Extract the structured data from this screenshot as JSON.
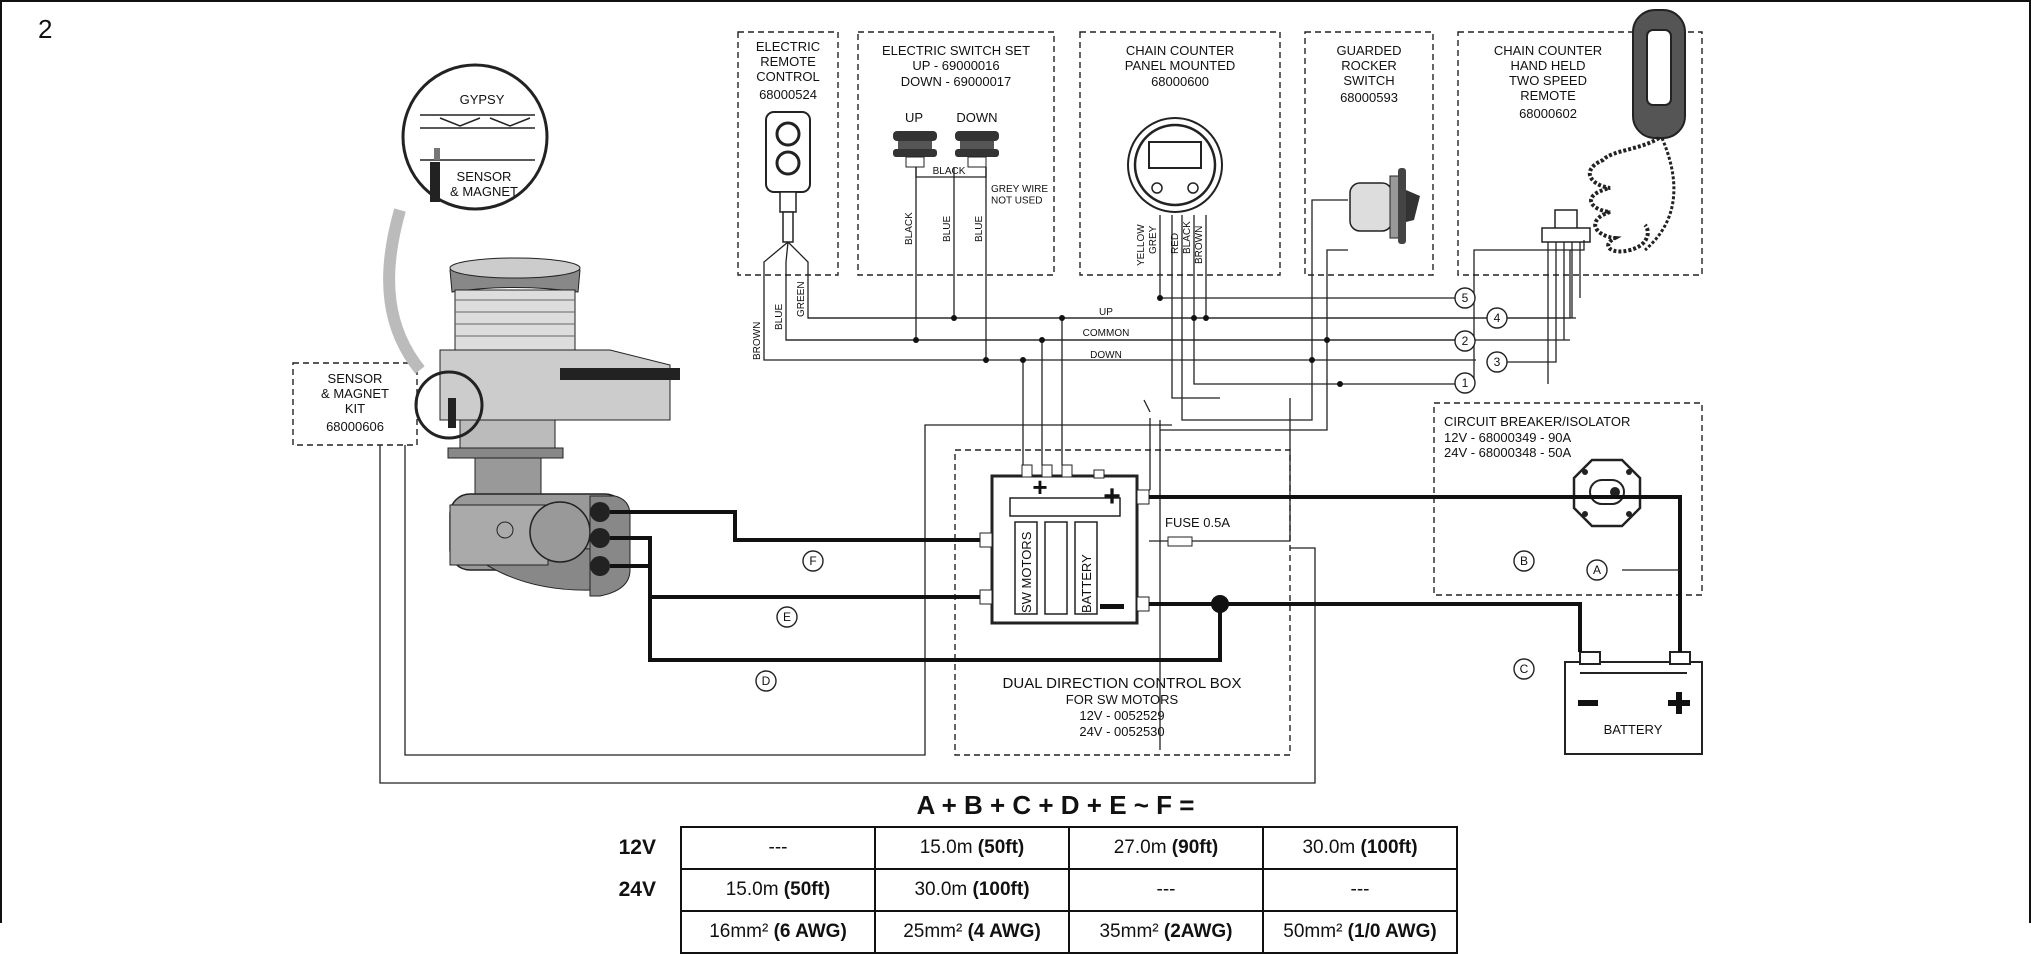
{
  "figure_number": "2",
  "components": {
    "electric_remote": {
      "title": "ELECTRIC\nREMOTE\nCONTROL",
      "part": "68000524"
    },
    "switch_set": {
      "title": "ELECTRIC SWITCH SET",
      "up_part": "UP - 69000016",
      "down_part": "DOWN - 69000017",
      "up_label": "UP",
      "down_label": "DOWN",
      "black_label": "BLACK",
      "grey_note": "GREY WIRE\nNOT USED"
    },
    "chain_counter_panel": {
      "title": "CHAIN COUNTER\nPANEL MOUNTED",
      "part": "68000600"
    },
    "rocker_switch": {
      "title": "GUARDED\nROCKER\nSWITCH",
      "part": "68000593"
    },
    "chain_counter_remote": {
      "title": "CHAIN COUNTER\nHAND HELD\nTWO SPEED\nREMOTE",
      "part": "68000602"
    },
    "gypsy": {
      "gypsy_label": "GYPSY",
      "sensor_label": "SENSOR\n& MAGNET"
    },
    "sensor_kit": {
      "title": "SENSOR\n& MAGNET\nKIT",
      "part": "68000606"
    },
    "breaker": {
      "title": "CIRCUIT BREAKER/ISOLATOR",
      "line12": "12V - 68000349 - 90A",
      "line24": "24V - 68000348 - 50A"
    },
    "control_box": {
      "title": "DUAL DIRECTION CONTROL BOX",
      "sub": "FOR SW MOTORS",
      "line12": "12V - 0052529",
      "line24": "24V - 0052530",
      "motors_label": "SW MOTORS",
      "battery_label": "BATTERY",
      "fuse_label": "FUSE 0.5A"
    },
    "battery": {
      "label": "BATTERY"
    }
  },
  "wire_colors": {
    "blue": "BLUE",
    "green": "GREEN",
    "brown": "BROWN",
    "black": "BLACK",
    "yellow": "YELLOW",
    "grey": "GREY",
    "red": "RED"
  },
  "bus_labels": {
    "up": "UP",
    "common": "COMMON",
    "down": "DOWN"
  },
  "circle_labels": [
    "1",
    "2",
    "3",
    "4",
    "5",
    "A",
    "B",
    "C",
    "D",
    "E",
    "F"
  ],
  "formula": "A + B + C + D + E ~ F =",
  "cable_table": {
    "rows": [
      {
        "label": "12V",
        "cells": [
          "---",
          "15.0m (50ft)",
          "27.0m (90ft)",
          "30.0m (100ft)"
        ]
      },
      {
        "label": "24V",
        "cells": [
          "15.0m (50ft)",
          "30.0m (100ft)",
          "---",
          "---"
        ]
      },
      {
        "label": "",
        "cells": [
          "16mm² (6 AWG)",
          "25mm² (4 AWG)",
          "35mm² (2AWG)",
          "50mm² (1/0 AWG)"
        ]
      }
    ]
  }
}
